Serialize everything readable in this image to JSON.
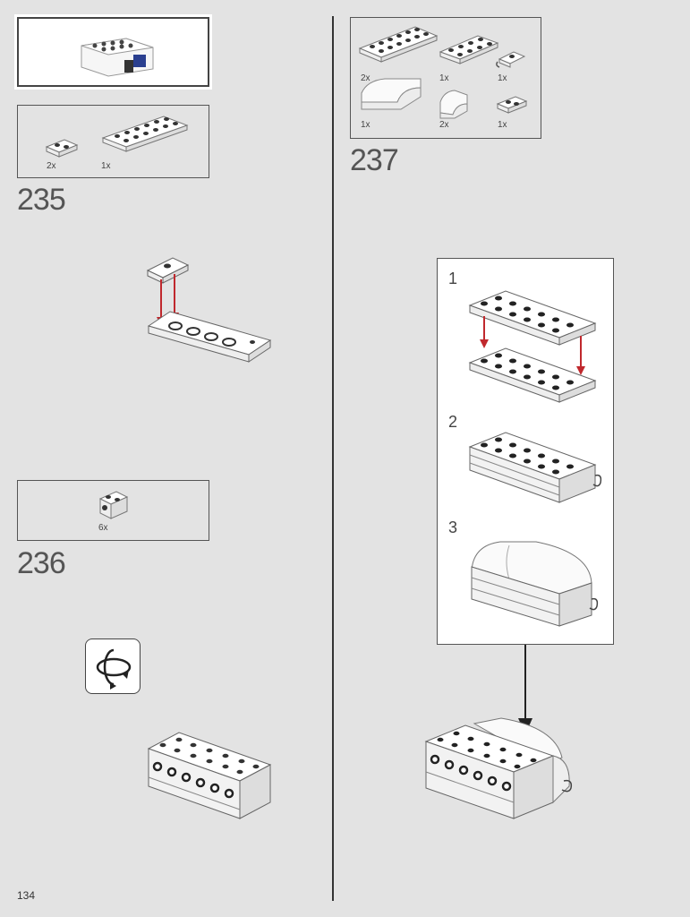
{
  "page": {
    "number": "134"
  },
  "steps": [
    {
      "number": "235",
      "parts": [
        {
          "qty": "2x"
        },
        {
          "qty": "1x"
        }
      ]
    },
    {
      "number": "236",
      "parts": [
        {
          "qty": "6x"
        }
      ]
    },
    {
      "number": "237",
      "parts": [
        {
          "qty": "2x"
        },
        {
          "qty": "1x"
        },
        {
          "qty": "1x"
        },
        {
          "qty": "1x"
        },
        {
          "qty": "2x"
        },
        {
          "qty": "1x"
        }
      ],
      "substeps": [
        "1",
        "2",
        "3"
      ]
    }
  ],
  "icons": {
    "rotate": "rotate-model-icon",
    "arrow_color": "#c0282d"
  }
}
